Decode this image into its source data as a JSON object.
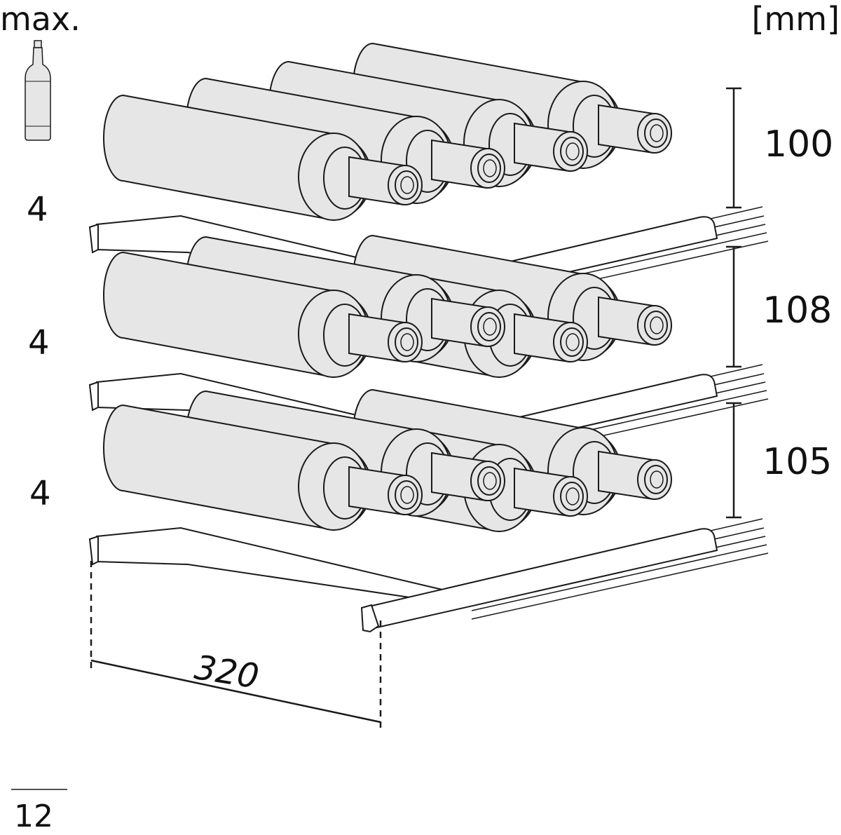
{
  "header": {
    "max_label": "max.",
    "unit_label": "[mm]"
  },
  "bottle_icon": {
    "icon": "wine-bottle-icon",
    "fill": "#e6e6e6"
  },
  "shelves": [
    {
      "count": "4",
      "height": "100"
    },
    {
      "count": "4",
      "height": "108"
    },
    {
      "count": "4",
      "height": "105"
    }
  ],
  "depth": "320",
  "page_number": "12",
  "colors": {
    "line": "#1a1a1a",
    "fill": "#e6e6e6",
    "shelf": "#ffffff"
  }
}
